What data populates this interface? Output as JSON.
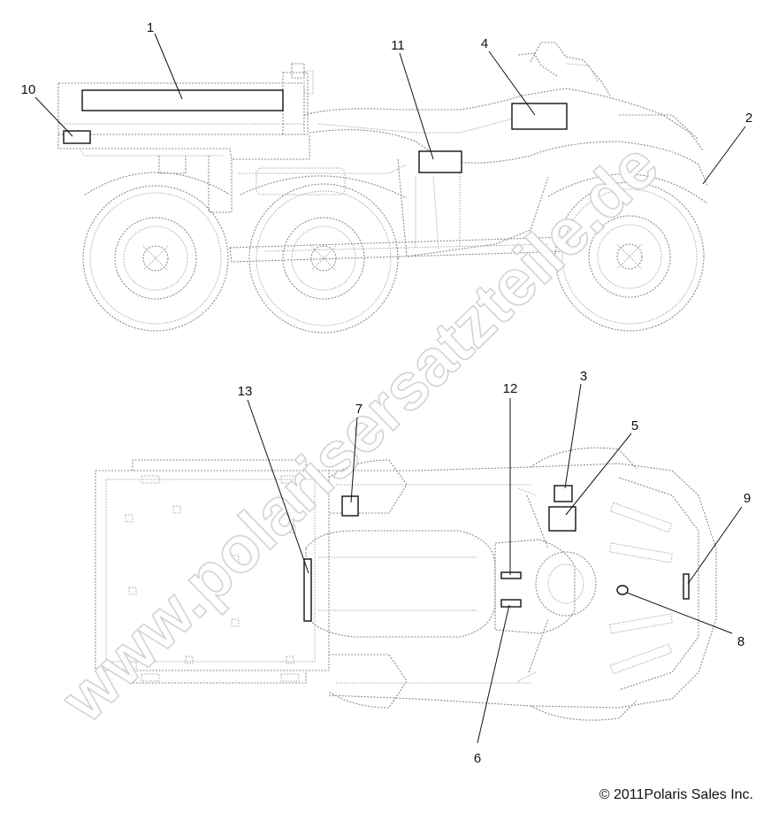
{
  "callouts": [
    {
      "id": "c1",
      "label": "1"
    },
    {
      "id": "c2",
      "label": "2"
    },
    {
      "id": "c3",
      "label": "3"
    },
    {
      "id": "c4",
      "label": "4"
    },
    {
      "id": "c5",
      "label": "5"
    },
    {
      "id": "c6",
      "label": "6"
    },
    {
      "id": "c7",
      "label": "7"
    },
    {
      "id": "c8",
      "label": "8"
    },
    {
      "id": "c9",
      "label": "9"
    },
    {
      "id": "c10",
      "label": "10"
    },
    {
      "id": "c11",
      "label": "11"
    },
    {
      "id": "c12",
      "label": "12"
    },
    {
      "id": "c13",
      "label": "13"
    }
  ],
  "watermark": "www.polarisersatzteile.de",
  "copyright": "© 2011Polaris Sales Inc."
}
